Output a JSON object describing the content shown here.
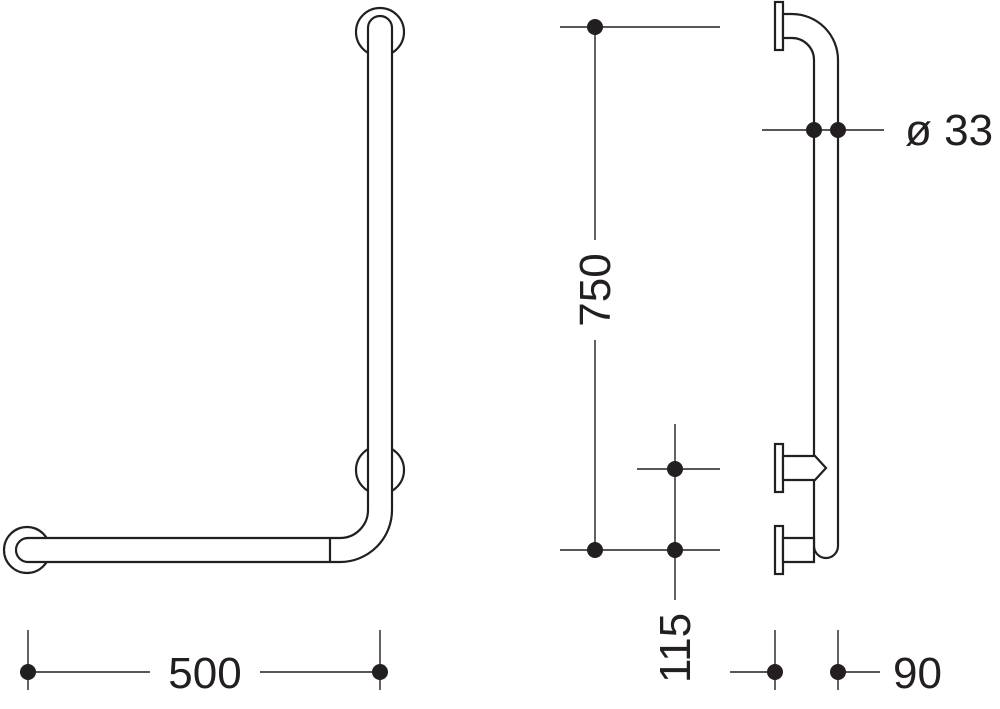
{
  "dimensions": {
    "width_label": "500",
    "height_label": "750",
    "diameter_label": "ø 33",
    "bracket_offset_label": "115",
    "projection_label": "90"
  },
  "colors": {
    "line": "#231f20",
    "fill": "#ffffff"
  }
}
